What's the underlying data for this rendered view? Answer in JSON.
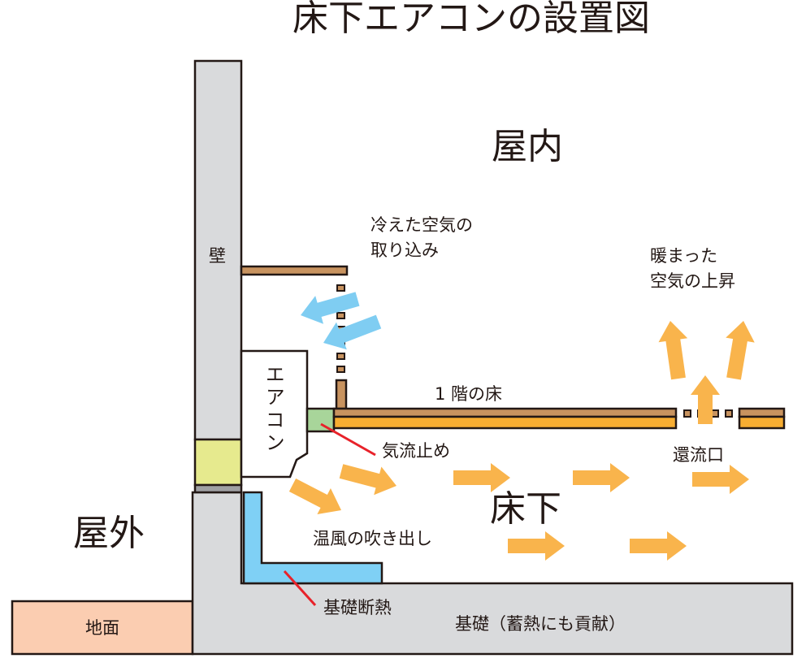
{
  "title": "床下エアコンの設置図",
  "labels": {
    "indoor": "屋内",
    "outdoor": "屋外",
    "underfloor": "床下",
    "wall": "壁",
    "aircon": "エアコン",
    "cold_air_line1": "冷えた空気の",
    "cold_air_line2": "取り込み",
    "warm_air_line1": "暖まった",
    "warm_air_line2": "空気の上昇",
    "first_floor": "1 階の床",
    "airflow_stop": "気流止め",
    "return_vent": "還流口",
    "warm_air_outlet": "温風の吹き出し",
    "foundation_insulation": "基礎断熱",
    "foundation": "基礎（蓄熱にも貢献）",
    "ground": "地面"
  },
  "colors": {
    "wall": "#d9dadc",
    "wood": "#c8935f",
    "floor_insulation": "#f7ad32",
    "warm_arrow": "#f9b44c",
    "cold_arrow": "#7fcdf2",
    "insulation": "#7fd0f5",
    "airflow_stop": "#a8d59a",
    "wall_insulation": "#e6ea8e",
    "ground": "#fbcdb1",
    "pointer": "#e8222a"
  }
}
